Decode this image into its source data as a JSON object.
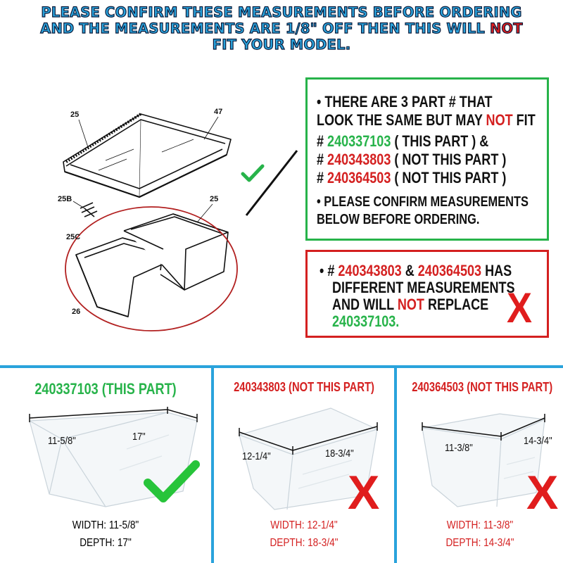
{
  "header": {
    "line1": "PLEASE CONFIRM THESE MEASUREMENTS BEFORE ORDERING",
    "line2_pre": "AND THE MEASUREMENTS ARE 1/8\" OFF THEN THIS WILL ",
    "line2_warn": "NOT",
    "line3": "FIT YOUR MODEL."
  },
  "diagram": {
    "callouts": [
      "25",
      "47",
      "25B",
      "25",
      "25C",
      "26"
    ]
  },
  "green_box": {
    "line1": "THERE ARE 3 PART # THAT",
    "line2_pre": "LOOK THE SAME BUT MAY ",
    "line2_not": "NOT",
    "line2_post": " FIT",
    "hash": "# ",
    "part1_num": "240337103",
    "part1_note": " ( THIS PART ) &",
    "part2_num": "240343803",
    "part2_note": " ( NOT THIS PART )",
    "part3_num": "240364503",
    "part3_note": " ( NOT THIS PART )",
    "confirm1": "PLEASE CONFIRM MEASUREMENTS",
    "confirm2": "BELOW BEFORE ORDERING."
  },
  "red_box": {
    "hash": "# ",
    "num_a": "240343803",
    "amp": " & ",
    "num_b": "240364503",
    "has": " HAS",
    "line2": "DIFFERENT MEASUREMENTS",
    "line3_pre": "AND WILL ",
    "line3_not": "NOT",
    "line3_post": " REPLACE",
    "line4": "240337103.",
    "x_mark": "X"
  },
  "bottom": {
    "col1": {
      "title": "240337103 (THIS PART)",
      "dim_width": "11-5/8\"",
      "dim_depth": "17\"",
      "spec_width": "WIDTH: 11-5/8\"",
      "spec_depth": "DEPTH: 17\""
    },
    "col2": {
      "title": "240343803 (NOT THIS PART)",
      "dim_width": "12-1/4\"",
      "dim_depth": "18-3/4\"",
      "spec_width": "WIDTH: 12-1/4\"",
      "spec_depth": "DEPTH: 18-3/4\"",
      "x_mark": "X"
    },
    "col3": {
      "title": "240364503 (NOT THIS PART)",
      "dim_width": "11-3/8\"",
      "dim_depth": "14-3/4\"",
      "spec_width": "WIDTH: 11-3/8\"",
      "spec_depth": "DEPTH: 14-3/4\"",
      "x_mark": "X"
    }
  },
  "colors": {
    "accent_blue": "#2aa3dc",
    "green": "#27b34a",
    "red": "#d42020",
    "x_red": "#e01d1d"
  }
}
